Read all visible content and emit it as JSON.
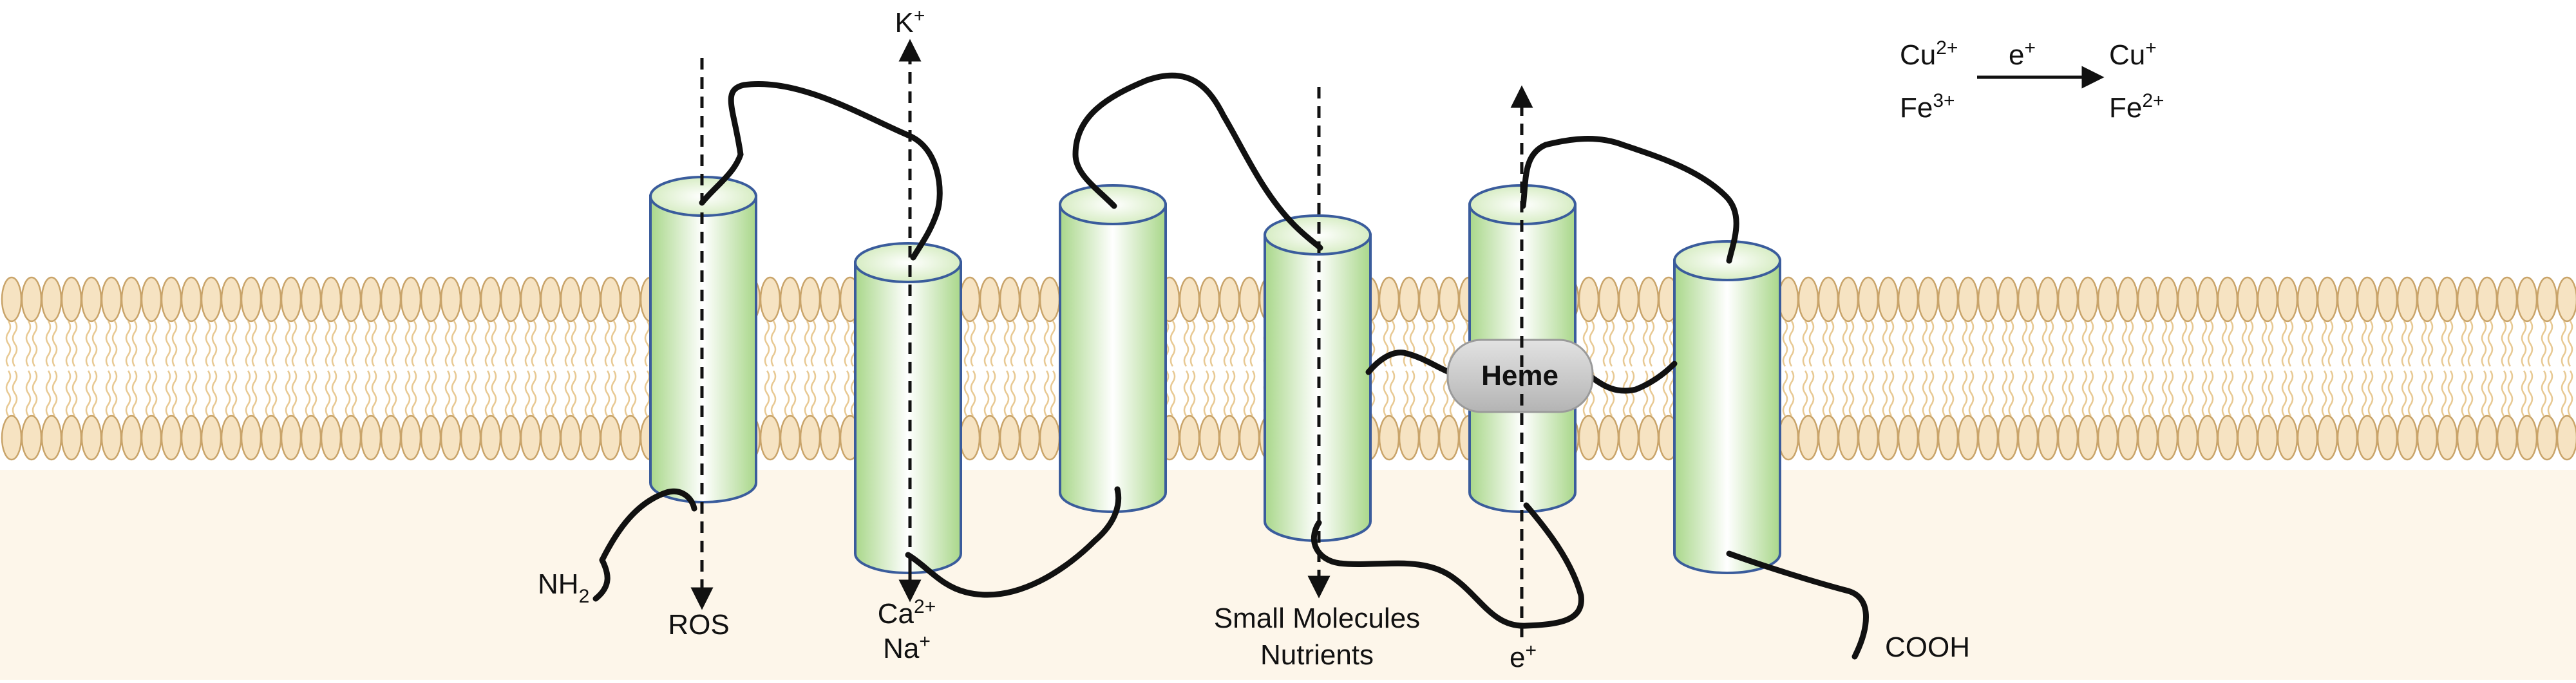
{
  "colors": {
    "background": "#ffffff",
    "cytoplasm": "#fdf6ea",
    "lipid_head_fill": "#f6e3c2",
    "lipid_head_stroke": "#c9a46a",
    "lipid_tail": "#e8c993",
    "helix_stroke": "#3a5c9c",
    "helix_green": "#b8df9a",
    "loop": "#111111",
    "heme_fill": "#c8c8c8"
  },
  "labels": {
    "k_ion": {
      "base": "K",
      "sup": "+"
    },
    "ros": "ROS",
    "ca_ion": {
      "base": "Ca",
      "sup": "2+"
    },
    "na_ion": {
      "base": "Na",
      "sup": "+"
    },
    "nh2": {
      "base": "NH",
      "sub": "2"
    },
    "small_molecules": "Small Molecules",
    "nutrients": "Nutrients",
    "heme": "Heme",
    "electron_bottom": {
      "base": "e",
      "sup": "+"
    },
    "cooh": "COOH",
    "cu2": {
      "base": "Cu",
      "sup": "2+"
    },
    "fe3": {
      "base": "Fe",
      "sup": "3+"
    },
    "electron_arrow": {
      "base": "e",
      "sup": "+"
    },
    "cu1": {
      "base": "Cu",
      "sup": "+"
    },
    "fe2": {
      "base": "Fe",
      "sup": "2+"
    }
  },
  "helices": [
    {
      "id": 1
    },
    {
      "id": 2
    },
    {
      "id": 3
    },
    {
      "id": 4
    },
    {
      "id": 5
    },
    {
      "id": 6
    }
  ]
}
